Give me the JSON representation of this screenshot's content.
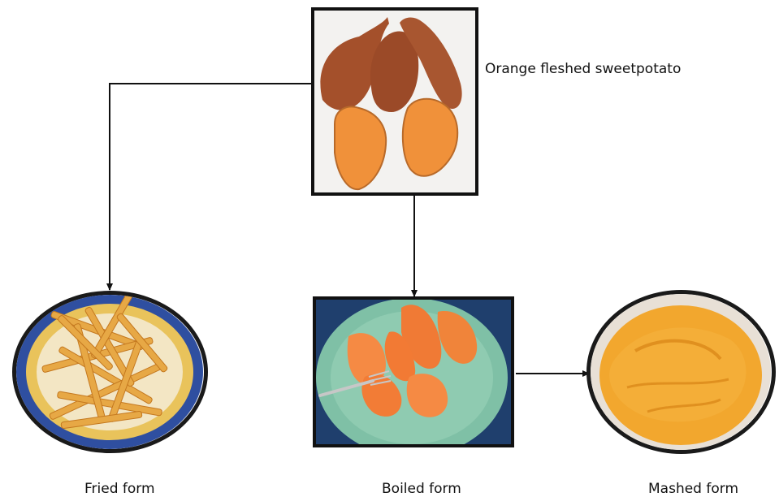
{
  "diagram": {
    "source": {
      "label": "Orange fleshed sweetpotato",
      "icon": "sweetpotato-photo"
    },
    "products": [
      {
        "id": "fried",
        "label": "Fried form",
        "icon": "fries-photo"
      },
      {
        "id": "boiled",
        "label": "Boiled form",
        "icon": "boiled-sweetpotato-photo"
      },
      {
        "id": "mashed",
        "label": "Mashed form",
        "icon": "mashed-sweetpotato-photo"
      }
    ],
    "flows": [
      {
        "from": "source",
        "to": "fried"
      },
      {
        "from": "source",
        "to": "boiled"
      },
      {
        "from": "boiled",
        "to": "mashed"
      }
    ],
    "colors": {
      "line": "#111111",
      "skin": "#a4502b",
      "flesh": "#f0913a",
      "plate": "#7fc0a6",
      "fries": "#e7a845",
      "mash": "#f2a72e"
    }
  }
}
